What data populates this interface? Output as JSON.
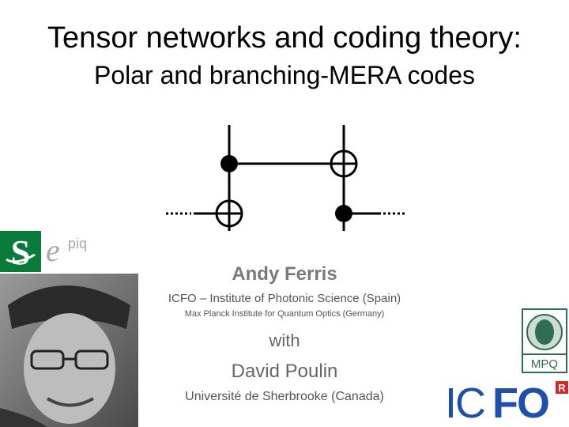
{
  "slide": {
    "title": "Tensor networks and coding theory:",
    "subtitle": "Polar and branching-MERA codes",
    "author": "Andy Ferris",
    "affiliation_1": "ICFO – Institute of Photonic Science (Spain)",
    "affiliation_2": "Max Planck Institute for Quantum Optics (Germany)",
    "with": "with",
    "coauthor": "David Poulin",
    "coauthor_affiliation": "Université de Sherbrooke (Canada)"
  },
  "logos": {
    "sherbrooke": "S",
    "epiq": "epiq",
    "mpq": "MPQ",
    "icfo": "ICFO"
  },
  "colors": {
    "sherbrooke_green": "#0a7a3a",
    "icfo_blue": "#1f4fa8",
    "icfo_red": "#d12a2a",
    "mpq_green": "#2f6e55"
  },
  "icons": {
    "photo": "author-photo",
    "circuit": "cnot-circuit-diagram"
  }
}
